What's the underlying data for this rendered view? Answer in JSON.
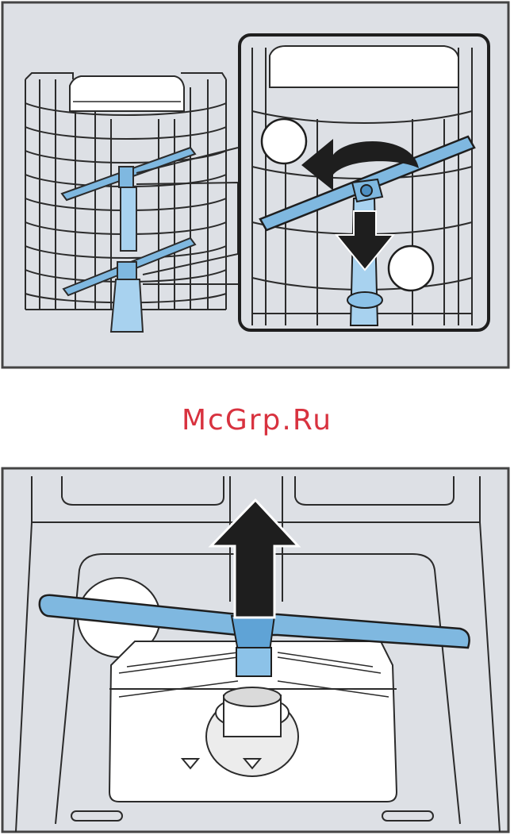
{
  "watermark": {
    "text": "McGrp.Ru"
  },
  "figures": {
    "top": {
      "name": "upper-spray-arm-removal"
    },
    "bottom": {
      "name": "lower-spray-arm-removal"
    }
  },
  "colors": {
    "panel_bg": "#dde0e5",
    "line": "#2b2b2b",
    "arm_blue": "#7fb8e0",
    "arm_blue_dark": "#4d8fc2",
    "watermark": "#d8323f"
  },
  "icons": [
    "rotate-arrow-icon",
    "down-arrow-icon",
    "up-arrow-icon",
    "step-circle-icon",
    "triangle-marker-icon"
  ]
}
